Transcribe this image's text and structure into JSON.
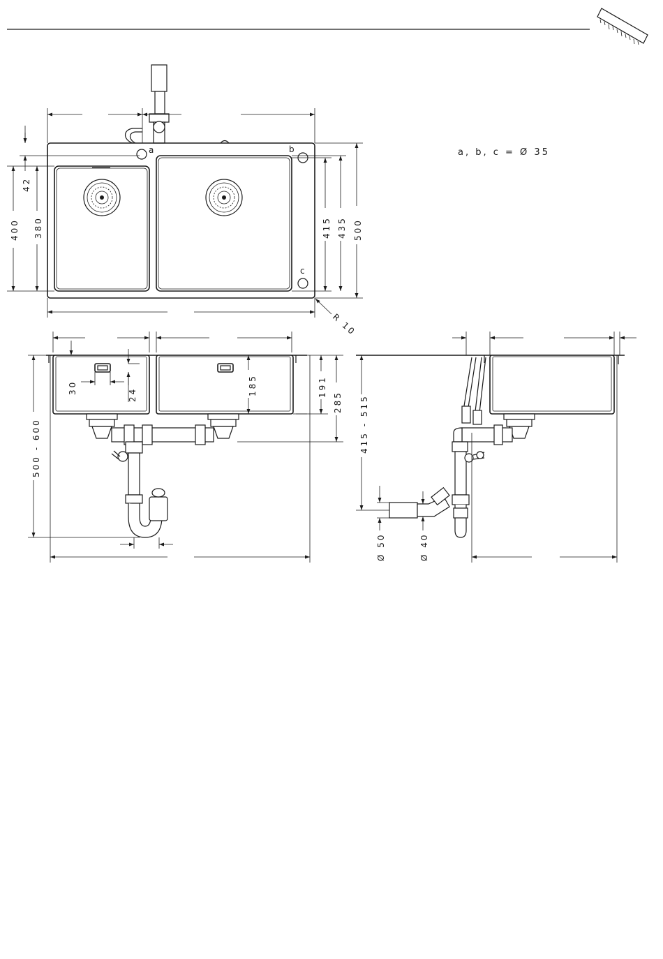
{
  "note": "a, b, c = Ø 35",
  "labels": {
    "hole_a": "a",
    "hole_b": "b",
    "hole_c": "c",
    "radius": "R 10"
  },
  "dims": {
    "d42": "42",
    "d400": "400",
    "d380": "380",
    "d415": "415",
    "d435": "435",
    "d500": "500",
    "d30": "30",
    "d24": "24",
    "d185": "185",
    "d191": "191",
    "d285": "285",
    "d500_600": "500 - 600",
    "d415_515": "415 - 515",
    "d50": "Ø 50",
    "d40": "Ø 40"
  },
  "colors": {
    "line": "#1a1a1a",
    "background": "#ffffff"
  },
  "icons": [
    "ruler-icon"
  ]
}
